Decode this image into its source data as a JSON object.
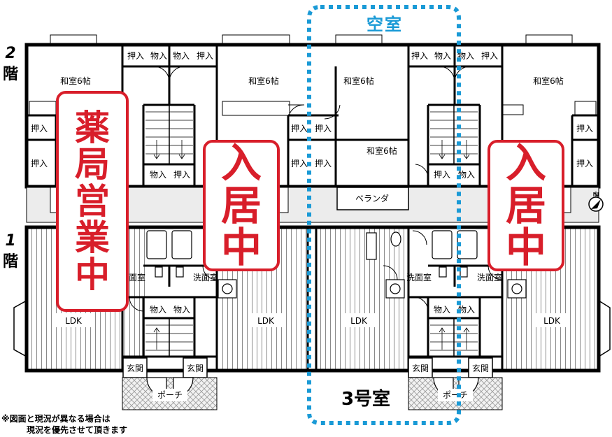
{
  "floor_labels": {
    "upper": {
      "num": "2",
      "kanji": "階"
    },
    "lower": {
      "num": "1",
      "kanji": "階"
    }
  },
  "signs": {
    "pharmacy": [
      "薬",
      "局",
      "営",
      "業",
      "中"
    ],
    "occupied_left": [
      "入",
      "居",
      "中"
    ],
    "occupied_right": [
      "入",
      "居",
      "中"
    ]
  },
  "vacant_label": "空室",
  "unit_label": "3号室",
  "disclaimer": {
    "line1": "※図面と現況が異なる場合は",
    "line2": "現況を優先させて頂きます"
  },
  "room_labels": {
    "japanese_room": "和室6帖",
    "closet": "押入",
    "storage": "物入",
    "veranda": "ベランダ",
    "washroom": "洗面室",
    "washroom_partial": "面室",
    "ldk": "LDK",
    "entrance": "玄関",
    "porch": "ポーチ"
  },
  "colors": {
    "sign_red": "#d81e2a",
    "vacant_blue": "#1a9ad6",
    "wall": "#000000",
    "gray_fill": "#d9d9d9"
  },
  "icons": {
    "compass": "north-compass-icon"
  }
}
